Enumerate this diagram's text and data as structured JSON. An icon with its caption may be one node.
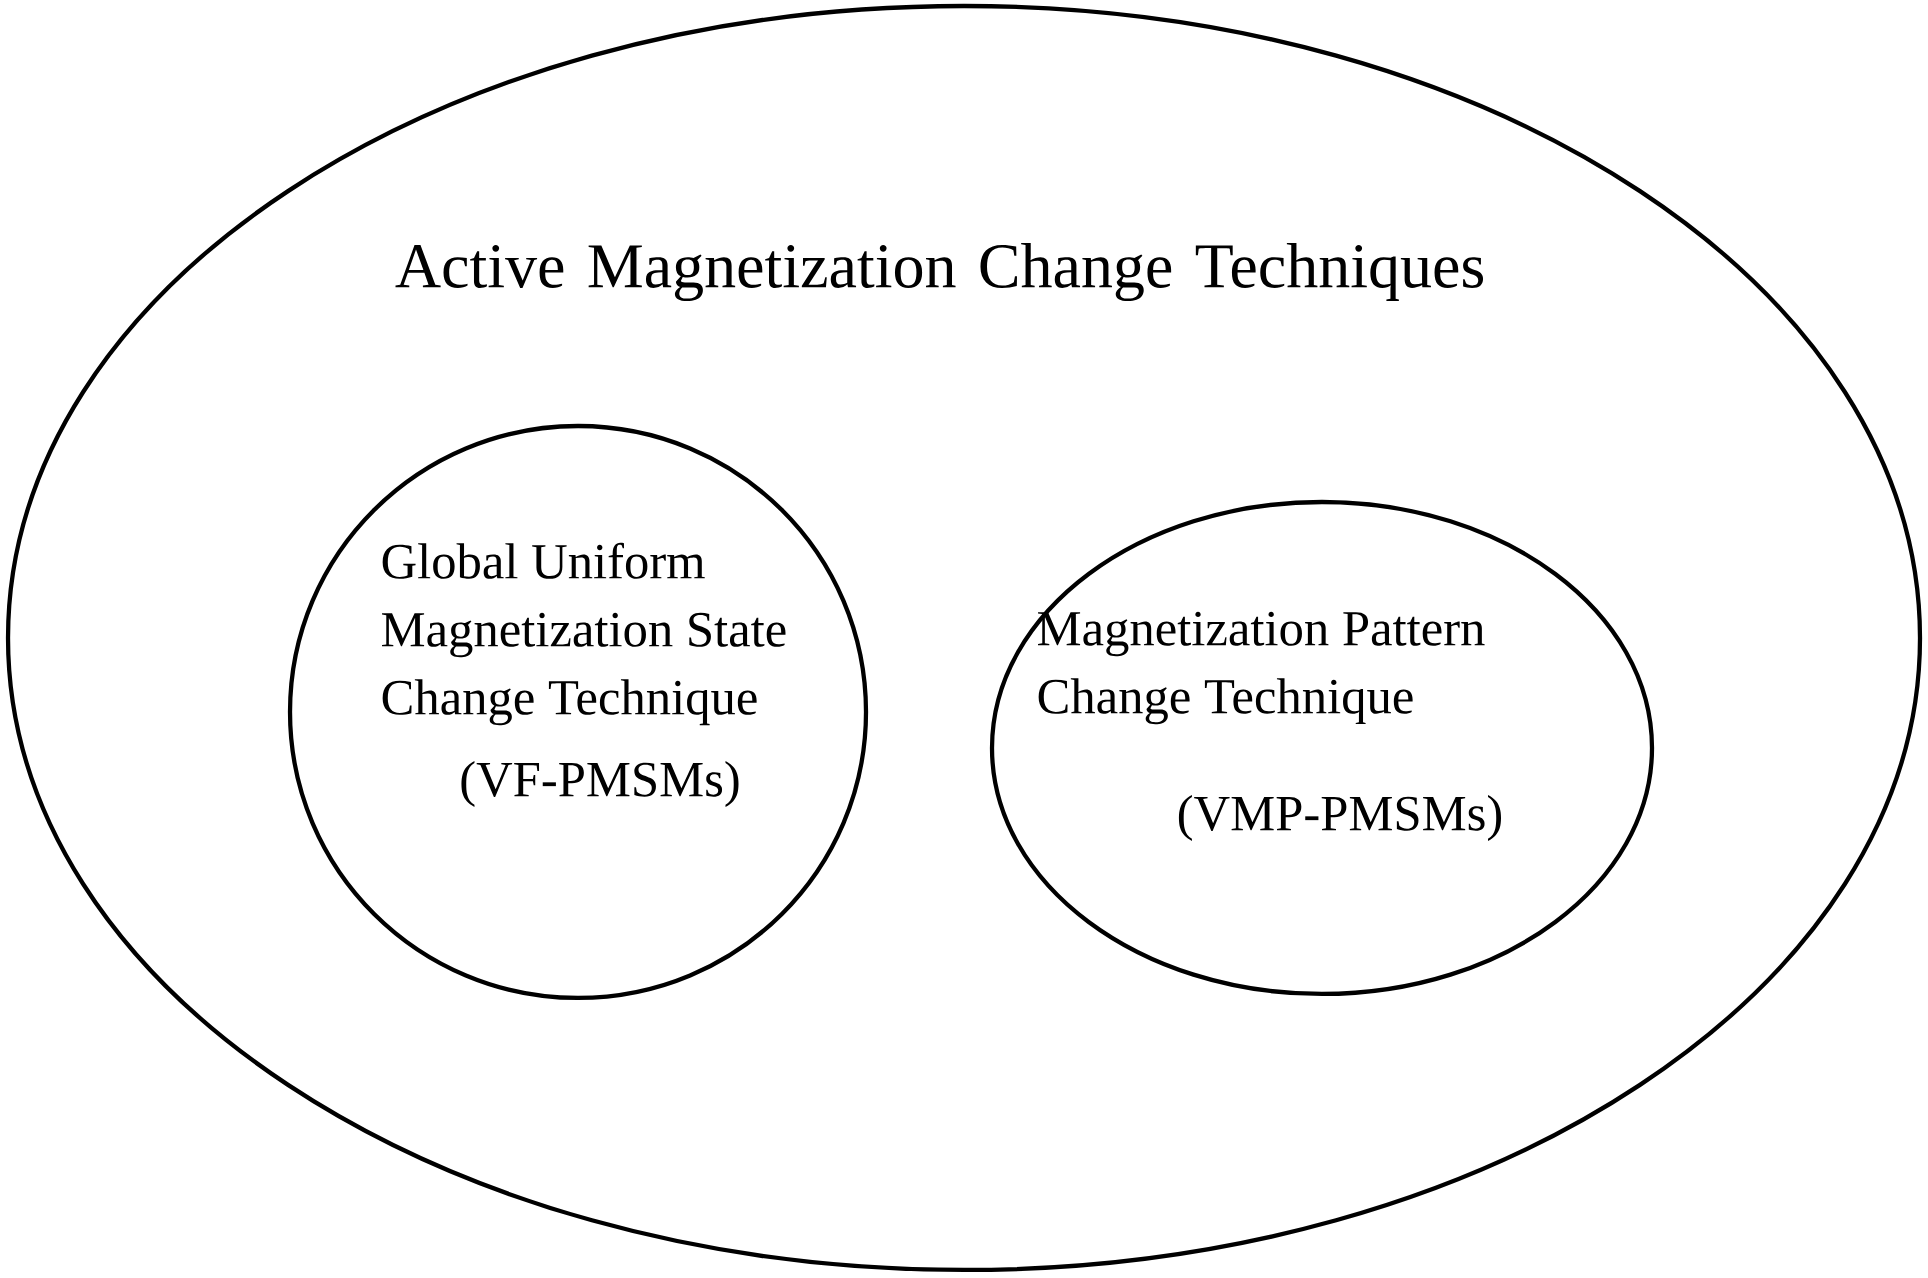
{
  "diagram": {
    "nodes": [
      {
        "text": [
          "Active Magnetization Change Techniques"
        ]
      },
      {
        "text": [
          "Global Uniform Magnetization State Change Technique",
          "(VF-PMSMs)"
        ],
        "in": 0
      },
      {
        "text": [
          "Magnetization Pattern Change Technique",
          "(VMP-PMSMs)"
        ],
        "in": 0
      }
    ]
  }
}
